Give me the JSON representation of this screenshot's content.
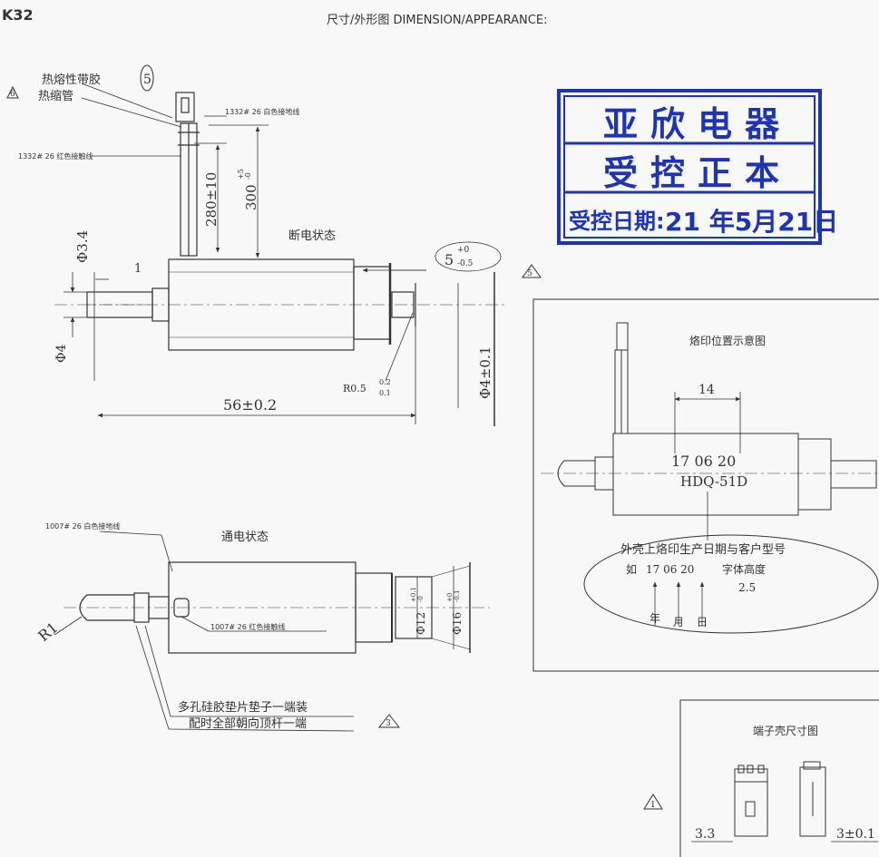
{
  "header": {
    "code": "K32",
    "title": "尺寸/外形图 DIMENSION/APPEARANCE:"
  },
  "stamp": {
    "line1": "亚欣电器",
    "line2": "受控正本",
    "line3_label": "受控日期:",
    "line3_date": "21 年5月21日"
  },
  "off_state": {
    "title": "断电状态",
    "note_heat_shrink_1": "热熔性带胶",
    "note_heat_shrink_2": "热缩管",
    "marker_5": "5",
    "marker_6": "6",
    "lead_white": "1332# 26 白色接地线",
    "lead_red": "1332# 26 红色接触线",
    "dim_lead_280": "280±10",
    "dim_lead_300": "300",
    "dim_lead_300_tol_upper": "+5",
    "dim_lead_300_tol_lower": "-0",
    "dim_gap": "5",
    "dim_gap_tol_upper": "+0",
    "dim_gap_tol_lower": "-0.5",
    "dim_phi34": "Φ3.4",
    "dim_1": "1",
    "dim_phi4": "Φ4",
    "dim_radius": "R0.5",
    "dim_radius_tol_upper": "0.2",
    "dim_radius_tol_lower": "0.1",
    "dim_length": "56±0.2",
    "dim_phi4_tol": "Φ4±0.1"
  },
  "on_state": {
    "title": "通电状态",
    "lead_white": "1007# 26 白色接地线",
    "lead_red": "1007# 26 红色接触线",
    "dim_r1": "R1",
    "dim_phi12": "Φ12",
    "dim_phi12_tol_upper": "+0.1",
    "dim_phi12_tol_lower": "-0",
    "dim_phi16": "Φ16",
    "dim_phi16_tol_upper": "+0",
    "dim_phi16_tol_lower": "-0.1",
    "note_line1": "多孔硅胶垫片垫子一端装",
    "note_line2": "配时全部朝向顶杆一端",
    "marker_3": "3"
  },
  "print_position": {
    "title": "烙印位置示意图",
    "dim_14": "14",
    "print_date": "17 06 20",
    "print_model": "HDQ-51D",
    "bubble_line1": "外壳上烙印生产日期与客户型号",
    "bubble_line2_prefix": "如",
    "bubble_line2_date": "17 06 20",
    "bubble_line2_suffix": "字体高度",
    "bubble_height": "2.5",
    "label_year": "年",
    "label_month": "月",
    "label_day": "日"
  },
  "terminal": {
    "title": "端子壳尺寸图",
    "marker_1": "1",
    "dim_33": "3.3",
    "dim_3": "3±0.1"
  }
}
